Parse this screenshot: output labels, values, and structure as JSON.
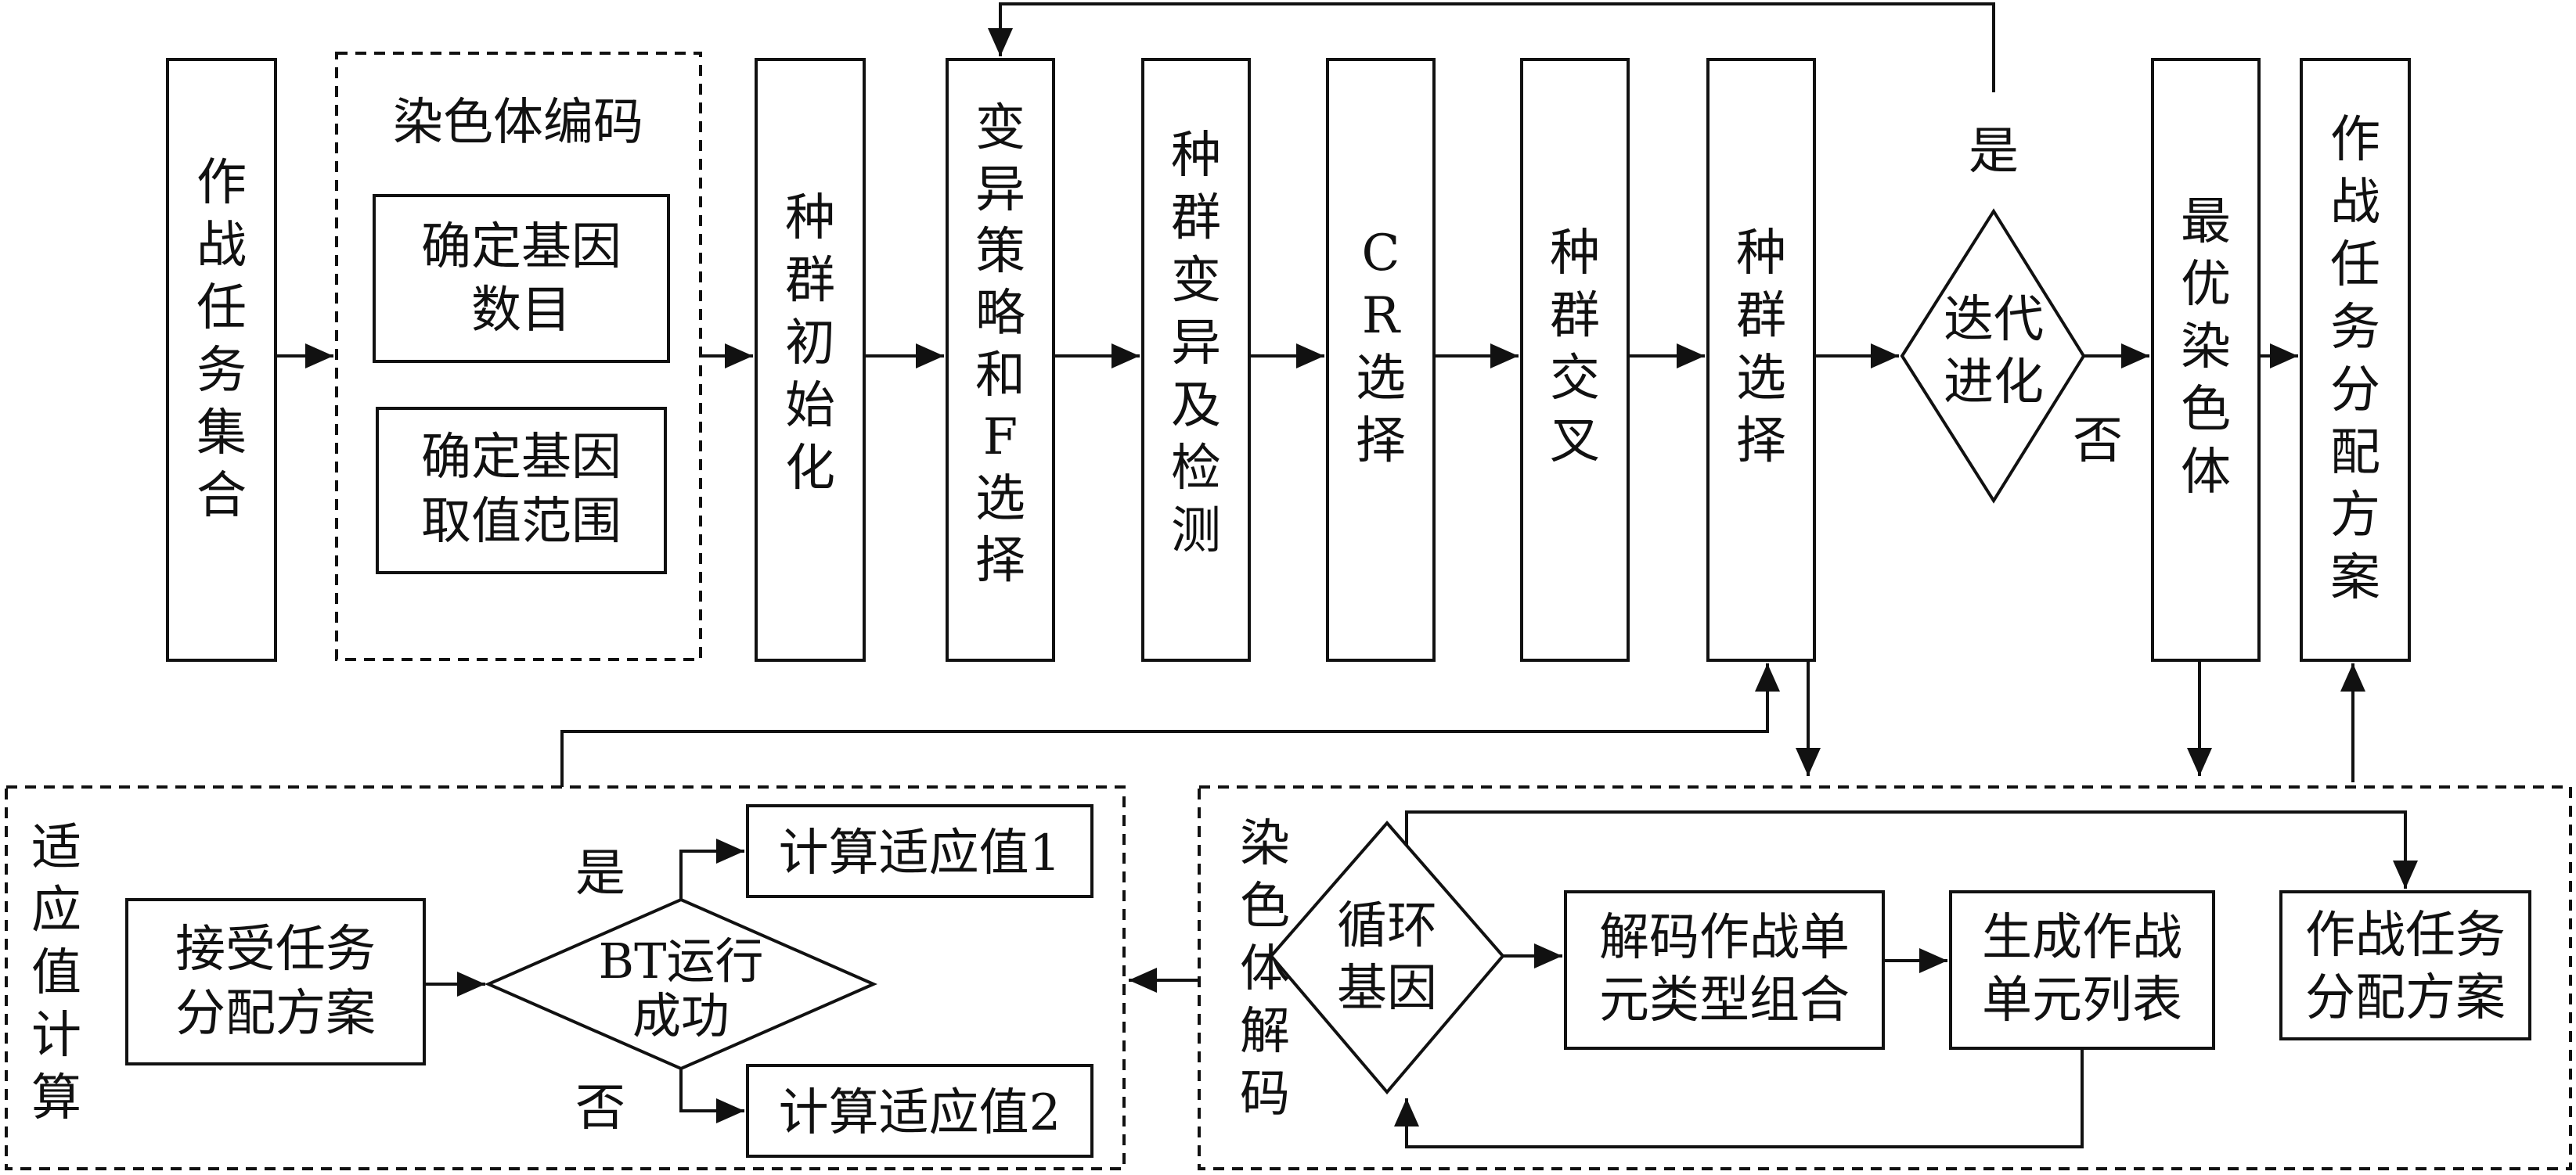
{
  "nodes": {
    "task_set": "作战任务集合",
    "chromosome_encoding": {
      "title": "染色体编码",
      "gene_count": [
        "确定基因",
        "数目"
      ],
      "gene_range": [
        "确定基因",
        "取值范围"
      ]
    },
    "pop_init": "种群初始化",
    "mutation_strategy": [
      "变",
      "异",
      "策",
      "略",
      "和",
      "F",
      "选",
      "择"
    ],
    "mutation_detect": "种群变异及检测",
    "cr_select": [
      "C",
      "R",
      "选",
      "择"
    ],
    "crossover": "种群交叉",
    "pop_select": "种群选择",
    "iteration": [
      "迭代",
      "进化"
    ],
    "best_chromosome": "最优染色体",
    "allocation_plan": "作战任务分配方案"
  },
  "decode_panel": {
    "title": "染色体解码",
    "loop_gene": [
      "循环",
      "基因"
    ],
    "decode_combo": [
      "解码作战单",
      "元类型组合"
    ],
    "gen_list": [
      "生成作战",
      "单元列表"
    ],
    "plan": [
      "作战任务",
      "分配方案"
    ]
  },
  "fitness_panel": {
    "title": "适应值计算",
    "accept_plan": [
      "接受任务",
      "分配方案"
    ],
    "bt_run": [
      "BT运行",
      "成功"
    ],
    "fitness1": "计算适应值1",
    "fitness2": "计算适应值2"
  },
  "labels": {
    "yes_top": "是",
    "no_right": "否",
    "yes_bt": "是",
    "no_bt": "否"
  }
}
